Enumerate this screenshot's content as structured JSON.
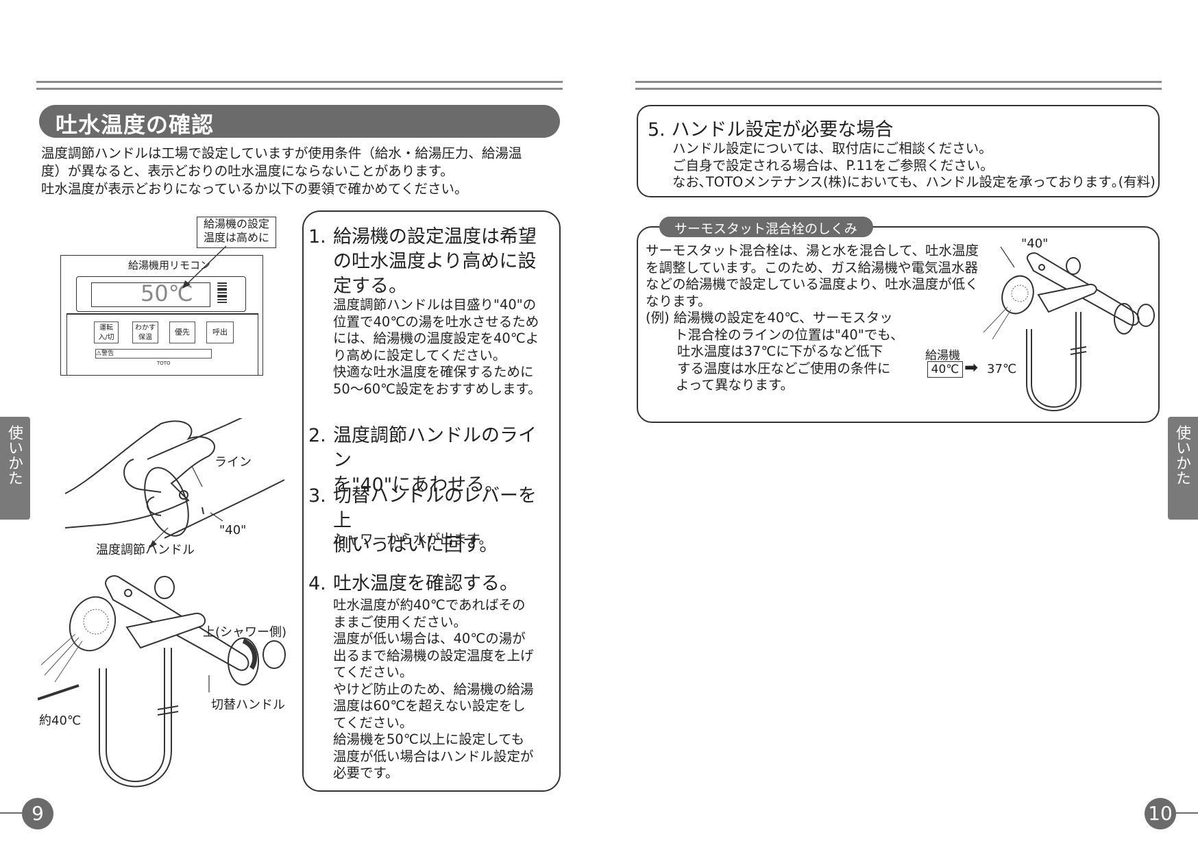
{
  "left": {
    "title": "吐水温度の確認",
    "intro": [
      "温度調節ハンドルは工場で設定していますが使用条件（給水・給湯圧力、給湯温",
      "度）が異なると、表示どおりの吐水温度にならないことがあります。",
      "吐水温度が表示どおりになっているか以下の要領で確かめてください。"
    ],
    "remote": {
      "callout": [
        "給湯機の設定",
        "温度は高めに"
      ],
      "label": "給湯機用リモコン",
      "display": "50℃",
      "buttons": [
        "運転 入/切",
        "わかす 保温",
        "優先",
        "呼出"
      ],
      "warning": "警告",
      "brand": "TOTO"
    },
    "handle_labels": {
      "line": "ライン",
      "mark": "\"40\"",
      "handle": "温度調節ハンドル"
    },
    "faucet_labels": {
      "up": "上(シャワー側)",
      "switch": "切替ハンドル",
      "temp": "約40℃"
    },
    "steps": [
      {
        "num": "1.",
        "title": [
          "給湯機の設定温度は希望",
          "の吐水温度より高めに設",
          "定する。"
        ],
        "body": [
          "温度調節ハンドルは目盛り\"40\"の",
          "位置で40℃の湯を吐水させるため",
          "には、給湯機の温度設定を40℃よ",
          "り高めに設定してください。",
          "快適な吐水温度を確保するために",
          "50〜60℃設定をおすすめします。"
        ]
      },
      {
        "num": "2.",
        "title": [
          "温度調節ハンドルのライン",
          "を\"40\"にあわせる。"
        ],
        "body": []
      },
      {
        "num": "3.",
        "title": [
          "切替ハンドルのレバーを上",
          "側いっぱいに回す。"
        ],
        "body": [
          "シャワーから水が出ます。"
        ]
      },
      {
        "num": "4.",
        "title": [
          "吐水温度を確認する。"
        ],
        "body": [
          "吐水温度が約40℃であればその",
          "ままご使用ください。",
          "温度が低い場合は、40℃の湯が",
          "出るまで給湯機の設定温度を上げ",
          "てください。",
          "やけど防止のため、給湯機の給湯",
          "温度は60℃を超えない設定をし",
          "てください。",
          "給湯機を50℃以上に設定しても",
          "温度が低い場合はハンドル設定が",
          "必要です。"
        ]
      }
    ],
    "side_tab": "使いかた",
    "page_number": "9"
  },
  "right": {
    "step5": {
      "num": "5.",
      "title": "ハンドル設定が必要な場合",
      "body": [
        "ハンドル設定については、取付店にご相談ください。",
        "ご自身で設定される場合は、P.11をご参照ください。",
        "なお､TOTOメンテナンス(株)においても、ハンドル設定を承っております｡(有料)"
      ]
    },
    "thermostat": {
      "tag": "サーモスタット混合栓のしくみ",
      "body": [
        "サーモスタット混合栓は、湯と水を混合して、吐水温度",
        "を調整しています。このため、ガス給湯機や電気温水器",
        "などの給湯機で設定している温度より、吐水温度が低く",
        "なります。",
        "(例) 給湯機の設定を40℃、サーモスタッ",
        "ト混合栓のラインの位置は\"40\"でも、",
        "吐水温度は37℃に下がるなど低下",
        "する温度は水圧などご使用の条件に",
        "よって異なります。"
      ],
      "mark": "\"40\"",
      "heater_label": "給湯機",
      "heater_temp": "40℃",
      "out_temp": "37℃"
    },
    "side_tab": "使いかた",
    "page_number": "10"
  }
}
